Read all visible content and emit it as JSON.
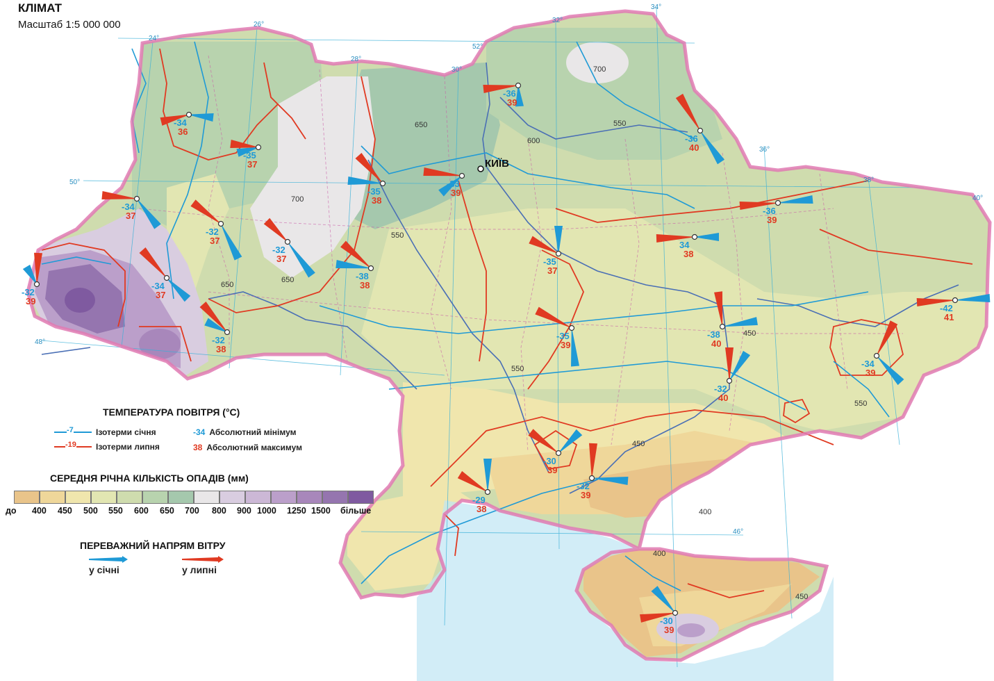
{
  "header": {
    "title": "КЛІМАТ",
    "scale": "Масштаб 1:5 000 000"
  },
  "legend": {
    "temperature_title": "ТЕМПЕРАТУРА ПОВІТРЯ (°С)",
    "isotherm_jan_sample": "-7",
    "isotherm_jan": "Ізотерми січня",
    "isotherm_jul_sample": "-19",
    "isotherm_jul": "Ізотерми липня",
    "abs_min_sample": "-34",
    "abs_min": "Абсолютний мінімум",
    "abs_max_sample": "38",
    "abs_max": "Абсолютний максимум",
    "precip_title": "СЕРЕДНЯ РІЧНА КІЛЬКІСТЬ ОПАДІВ (мм)",
    "precip_colors": [
      "#e9c48a",
      "#efd79a",
      "#f0e6ad",
      "#e2e6b2",
      "#cfdcae",
      "#b8d3ae",
      "#a5c8ad",
      "#e9e7e8",
      "#d9cde0",
      "#ccb8d6",
      "#bb9fca",
      "#a887bb",
      "#9575af",
      "#7f5aa0"
    ],
    "precip_labels": [
      "до",
      "400",
      "450",
      "500",
      "550",
      "600",
      "650",
      "700",
      "800",
      "900",
      "1000",
      "1250",
      "1500",
      "більше"
    ],
    "wind_title": "ПЕРЕВАЖНИЙ НАПРЯМ ВІТРУ",
    "wind_jan": "у січні",
    "wind_jul": "у липні",
    "colors": {
      "january": "#1f9ad6",
      "july": "#e03a22",
      "border": "#e07ab3"
    }
  },
  "map": {
    "capital": "КИЇВ",
    "stations": [
      {
        "min": "-34",
        "max": "36"
      },
      {
        "min": "-35",
        "max": "37"
      },
      {
        "min": "-34",
        "max": "37"
      },
      {
        "min": "-32",
        "max": "37"
      },
      {
        "min": "-32",
        "max": "37"
      },
      {
        "min": "-35",
        "max": "38"
      },
      {
        "min": "-33",
        "max": "39"
      },
      {
        "min": "-36",
        "max": "39"
      },
      {
        "min": "-36",
        "max": "40"
      },
      {
        "min": "-36",
        "max": "39"
      },
      {
        "min": "34",
        "max": "38"
      },
      {
        "min": "-35",
        "max": "37"
      },
      {
        "min": "-38",
        "max": "38"
      },
      {
        "min": "-34",
        "max": "37"
      },
      {
        "min": "-32",
        "max": "39"
      },
      {
        "min": "-32",
        "max": "38"
      },
      {
        "min": "-35",
        "max": "39"
      },
      {
        "min": "-38",
        "max": "40"
      },
      {
        "min": "-42",
        "max": "41"
      },
      {
        "min": "-34",
        "max": "39"
      },
      {
        "min": "-32",
        "max": "40"
      },
      {
        "min": "-30",
        "max": "39"
      },
      {
        "min": "-32",
        "max": "39"
      },
      {
        "min": "-29",
        "max": "38"
      },
      {
        "min": "-30",
        "max": "39"
      }
    ],
    "meridians": [
      "24°",
      "26°",
      "28°",
      "30°",
      "32°",
      "34°",
      "36°",
      "38°",
      "40°"
    ],
    "parallels": [
      "52°",
      "50°",
      "48°",
      "46°"
    ]
  }
}
